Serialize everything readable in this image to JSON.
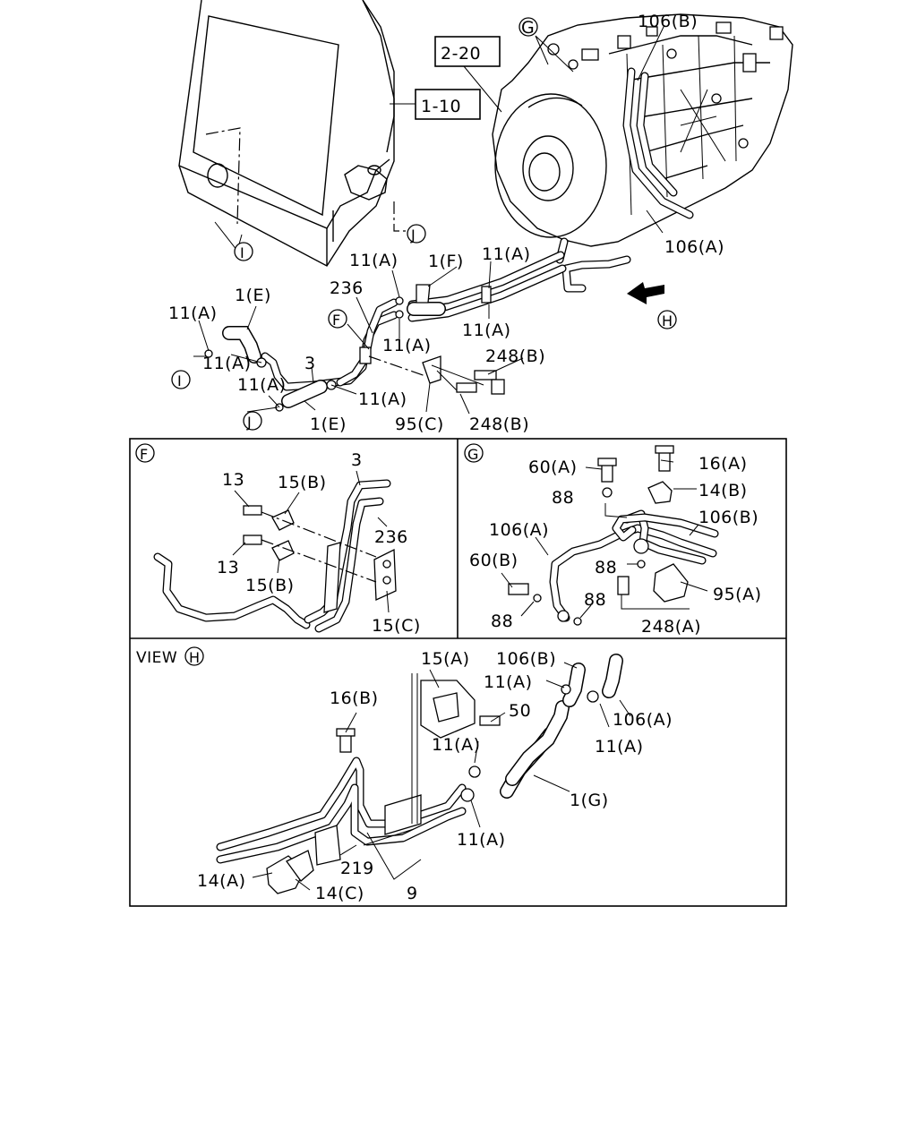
{
  "diagram": {
    "ref_boxes": {
      "r1": "2-20",
      "r2": "1-10"
    },
    "top": {
      "l106b": "106(B)",
      "circG": "G",
      "l106a": "106(A)",
      "circJ": "J",
      "circI": "I",
      "l11a_1": "11(A)",
      "l1f": "1(F)",
      "l11a_2": "11(A)",
      "l236": "236",
      "l1e_1": "1(E)",
      "l11a_3": "11(A)",
      "circF": "F",
      "l11a_4": "11(A)",
      "l11a_5": "11(A)",
      "circH": "H",
      "l3": "3",
      "l248b_1": "248(B)",
      "l11a_6": "11(A)",
      "circI2": "I",
      "l11a_7": "11(A)",
      "l11a_8": "11(A)",
      "circJ2": "J",
      "l1e_2": "1(E)",
      "l95c": "95(C)",
      "l248b_2": "248(B)"
    },
    "panelF": {
      "circ": "F",
      "l3": "3",
      "l13_1": "13",
      "l15b_1": "15(B)",
      "l236": "236",
      "l13_2": "13",
      "l15b_2": "15(B)",
      "l15c": "15(C)"
    },
    "panelG": {
      "circ": "G",
      "l60a": "60(A)",
      "l16a": "16(A)",
      "l88_1": "88",
      "l14b": "14(B)",
      "l106a": "106(A)",
      "l106b": "106(B)",
      "l60b": "60(B)",
      "l88_2": "88",
      "l88_3": "88",
      "l95a": "95(A)",
      "l88_4": "88",
      "l248a": "248(A)"
    },
    "panelH": {
      "view": "VIEW",
      "circ": "H",
      "l15a": "15(A)",
      "l106b": "106(B)",
      "l11a_1": "11(A)",
      "l16b": "16(B)",
      "l50": "50",
      "l106a": "106(A)",
      "l11a_2": "11(A)",
      "l11a_3": "11(A)",
      "l1g": "1(G)",
      "l11a_4": "11(A)",
      "l219": "219",
      "l14a": "14(A)",
      "l14c": "14(C)",
      "l9": "9"
    }
  }
}
